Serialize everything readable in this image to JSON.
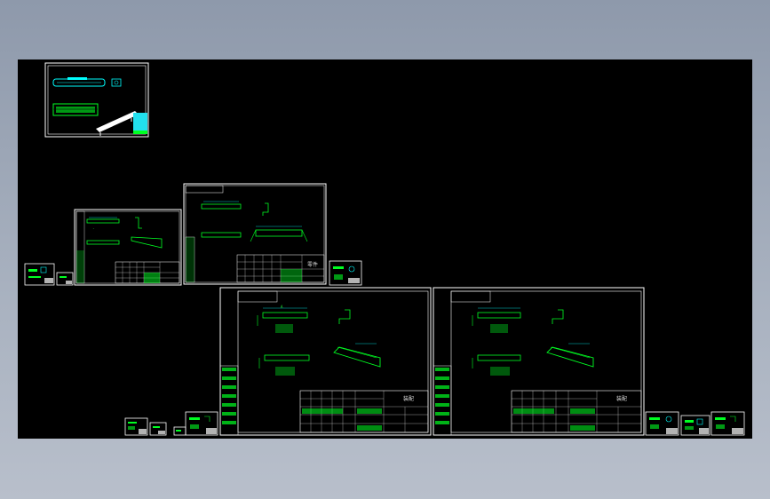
{
  "app": {
    "canvas_background": "#000000",
    "colors": {
      "border": "#ffffff",
      "geometry": "#00ff22",
      "dimension": "#00ffff",
      "text": "#dddddd"
    }
  },
  "sheets": {
    "large_left": {
      "title_block_label": "装配"
    },
    "large_right": {
      "title_block_label": "装配"
    },
    "mid_upper": {
      "title_block_label": "零件"
    }
  }
}
